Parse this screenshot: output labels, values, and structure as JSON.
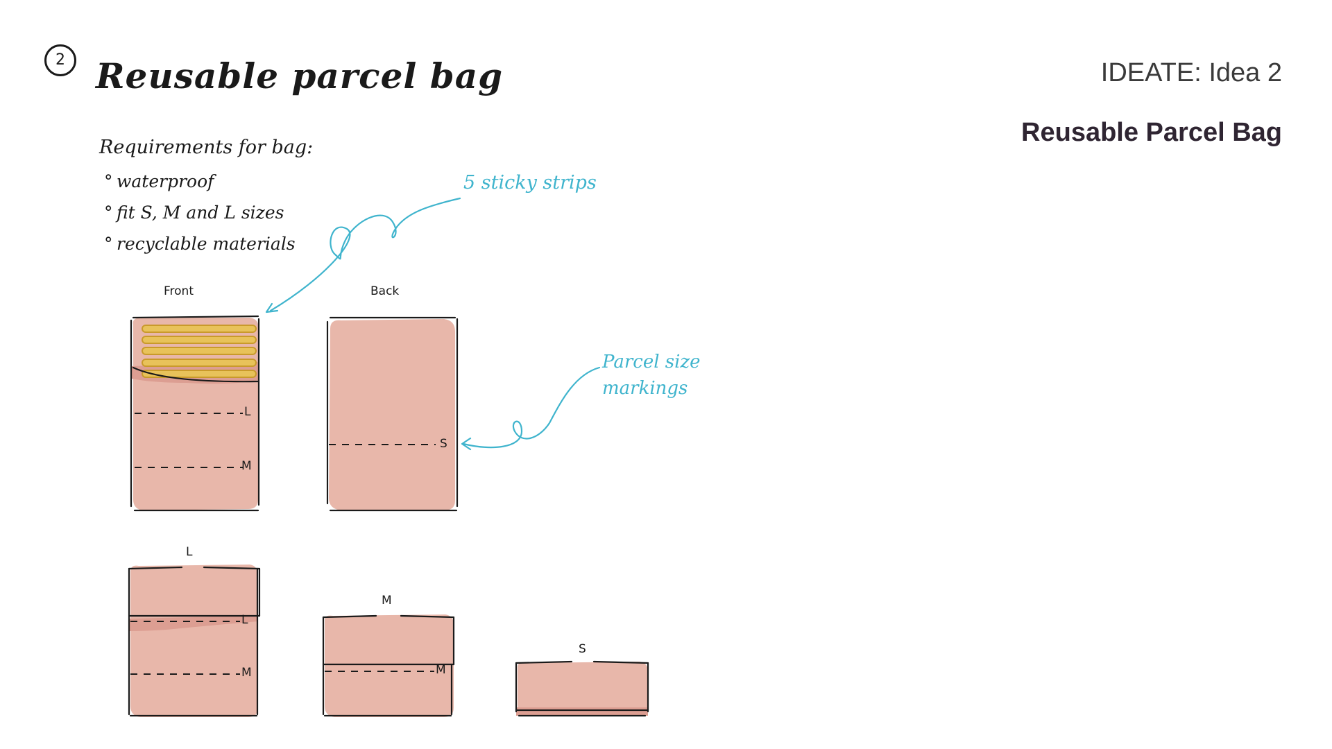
{
  "step_number": "2",
  "sketch_title": "Reusable parcel bag",
  "header": {
    "section": "IDEATE: Idea 2",
    "title": "Reusable Parcel Bag"
  },
  "requirements": {
    "heading": "Requirements for bag:",
    "items": [
      "waterproof",
      "fit S, M and L sizes",
      "recyclable materials"
    ]
  },
  "views": {
    "front": "Front",
    "back": "Back"
  },
  "markings": {
    "L": "L",
    "M": "M",
    "S": "S"
  },
  "annotations": {
    "strips": "5 sticky strips",
    "markings_line1": "Parcel size",
    "markings_line2": "markings"
  },
  "colors": {
    "bag_fill": "#e8b7aa",
    "bag_shade": "#dc9e92",
    "strip": "#e8c25a",
    "annotation": "#3fb4cd",
    "ink": "#1a1a1a",
    "header_title": "#2f2532"
  }
}
